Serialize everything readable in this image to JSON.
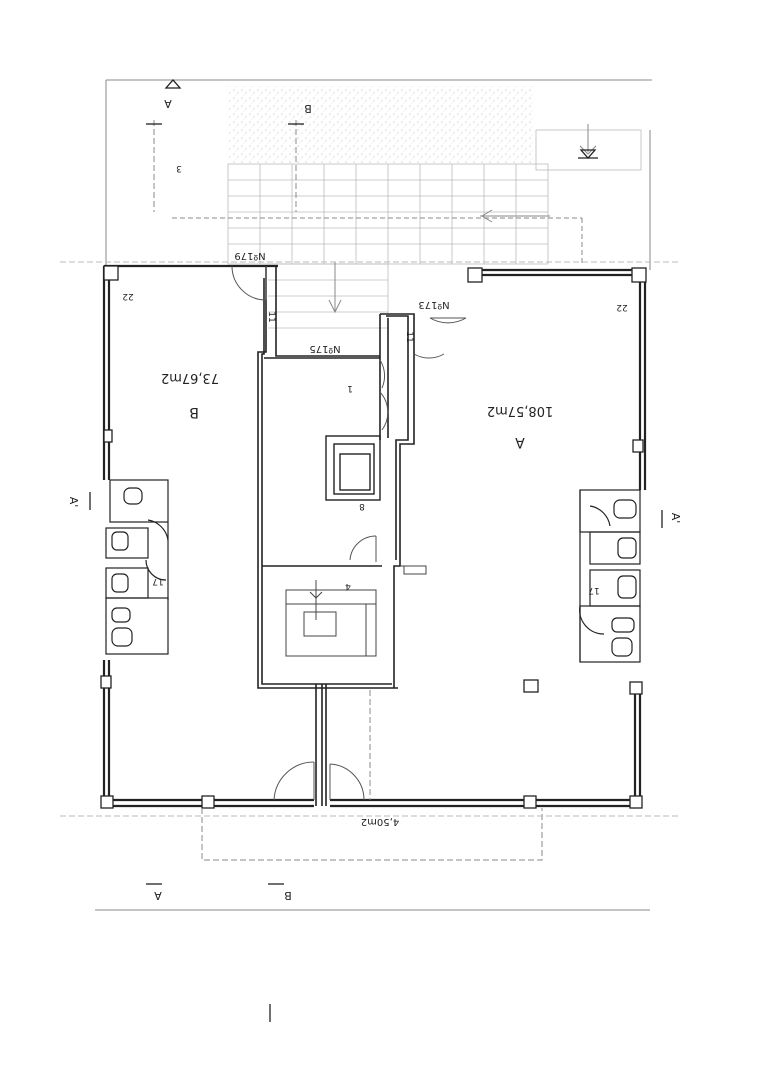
{
  "plan": {
    "unit_a": {
      "letter": "A",
      "area": "108,57m2"
    },
    "unit_b": {
      "letter": "B",
      "area": "73,67m2"
    },
    "hall_area": "4,50m2",
    "doors": {
      "n179": "Nº179",
      "n175": "Nº175",
      "n173": "Nº173"
    },
    "numbers": {
      "n22_left": "22",
      "n22_right": "22",
      "n3": "3",
      "n1": "1",
      "n8": "8",
      "n11_left": "11",
      "n11_right": "11",
      "n17_left": "17",
      "n17_right": "17",
      "n4": "4"
    },
    "sections": {
      "a": "A",
      "b": "B",
      "a_prime": "A'"
    }
  }
}
